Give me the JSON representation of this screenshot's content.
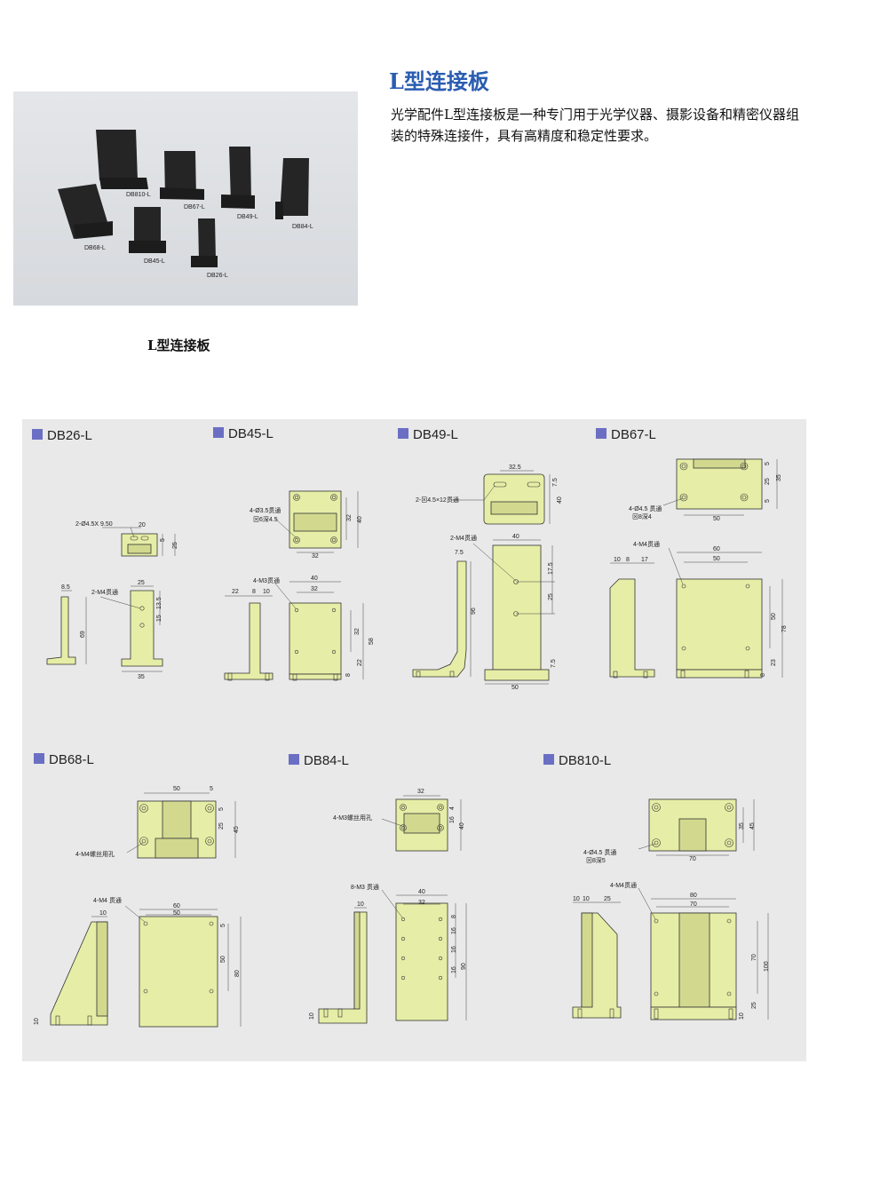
{
  "header": {
    "title": "L型连接板",
    "description": "光学配件L型连接板是一种专门用于光学仪器、摄影设备和精密仪器组装的特殊连接件，具有高精度和稳定性要求。",
    "photo_caption": "L型连接板"
  },
  "photo": {
    "labels": [
      "DB810-L",
      "DB67-L",
      "DB49-L",
      "DB84-L",
      "DB68-L",
      "DB45-L",
      "DB26-L"
    ]
  },
  "colors": {
    "part_fill": "#e6eda6",
    "accent": "#2a5db0",
    "marker": "#6b6fc4",
    "sheet_bg": "#e8e9e8"
  },
  "models": {
    "db26": {
      "name": "DB26-L",
      "top": {
        "hole": "2-Ø4.5X 9.50",
        "d1": "20",
        "d2": "5",
        "d3": "25"
      },
      "front": {
        "thk": "8.5",
        "hole": "2-M4贯通",
        "w": "25",
        "d1": "13.5",
        "d2": "15",
        "h": "69",
        "base": "35"
      }
    },
    "db45": {
      "name": "DB45-L",
      "top": {
        "hole1": "4-Ø3.5贯通",
        "hole2": "⊠6深4.5",
        "d1": "32",
        "d2": "40",
        "w": "32"
      },
      "front": {
        "hole": "4-M3贯通",
        "s1": "22",
        "s2": "8",
        "s3": "10",
        "w1": "40",
        "w2": "32",
        "h1": "32",
        "h2": "58",
        "h3": "22",
        "b": "8"
      }
    },
    "db49": {
      "name": "DB49-L",
      "top": {
        "w": "32.5",
        "hole": "2-⊠4.5×12贯通",
        "d1": "7.5",
        "d2": "40"
      },
      "front": {
        "hole": "2-M4贯通",
        "thk": "7.5",
        "w": "40",
        "d1": "17.5",
        "d2": "25",
        "h": "96",
        "b": "7.5",
        "base": "50"
      }
    },
    "db67": {
      "name": "DB67-L",
      "top": {
        "hole1": "4-Ø4.5 贯通",
        "hole2": "⊠8深4",
        "d1": "5",
        "d2": "25",
        "d3": "35",
        "d4": "5",
        "w": "50"
      },
      "front": {
        "hole": "4-M4贯通",
        "s1": "10",
        "s2": "8",
        "s3": "17",
        "w1": "60",
        "w2": "50",
        "h1": "50",
        "h2": "78",
        "h3": "23",
        "b": "8"
      }
    },
    "db68": {
      "name": "DB68-L",
      "top": {
        "hole": "4-M4螺丝用孔",
        "w": "50",
        "d1": "5",
        "d2": "5",
        "d3": "25",
        "d4": "45"
      },
      "front": {
        "hole": "4-M4 贯通",
        "s1": "10",
        "w1": "60",
        "w2": "50",
        "d1": "5",
        "h1": "50",
        "h2": "80",
        "b": "10"
      }
    },
    "db84": {
      "name": "DB84-L",
      "top": {
        "hole": "4-M3螺丝用孔",
        "w": "32",
        "d1": "4",
        "d2": "16",
        "d3": "40"
      },
      "front": {
        "hole": "8-M3 贯通",
        "s1": "10",
        "w1": "40",
        "w2": "32",
        "d1": "8",
        "d2": "16",
        "d3": "16",
        "d4": "16",
        "h": "90",
        "b": "10"
      }
    },
    "db810": {
      "name": "DB810-L",
      "top": {
        "hole1": "4-Ø4.5 贯通",
        "hole2": "⊠8深5",
        "w": "70",
        "d1": "35",
        "d2": "45"
      },
      "front": {
        "hole": "4-M4贯通",
        "s1": "10",
        "s2": "10",
        "s3": "25",
        "w1": "80",
        "w2": "70",
        "h1": "70",
        "h2": "100",
        "h3": "25",
        "b": "10"
      }
    }
  }
}
